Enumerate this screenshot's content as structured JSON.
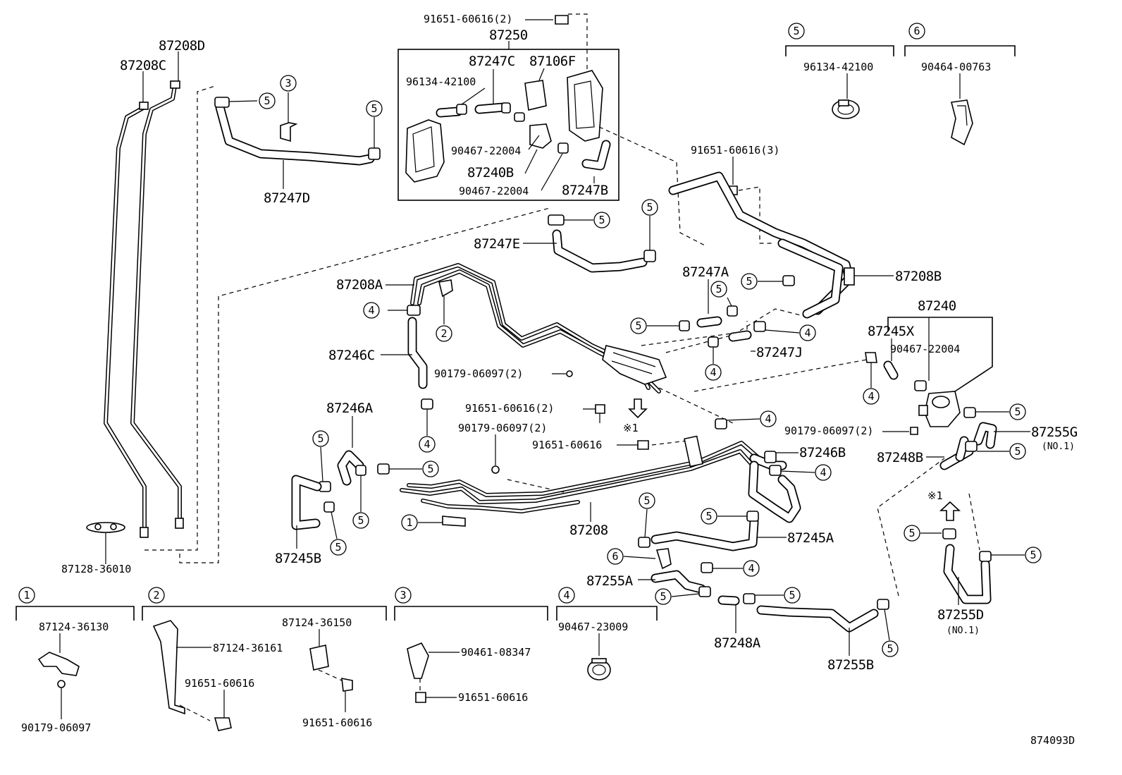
{
  "parts": {
    "p87208D": "87208D",
    "p87208C": "87208C",
    "p87128": "87128-36010",
    "p87247D": "87247D",
    "p87250": "87250",
    "p91651_2": "91651-60616(2)",
    "p87247C": "87247C",
    "p87106F": "87106F",
    "p96134": "96134-42100",
    "p90467a": "90467-22004",
    "p87240B": "87240B",
    "p90467b": "90467-22004",
    "p87247B": "87247B",
    "p91651_3": "91651-60616(3)",
    "p87247E": "87247E",
    "p87208A": "87208A",
    "p87208B": "87208B",
    "p87247A": "87247A",
    "p87247J": "87247J",
    "p87246C": "87246C",
    "p90179_2a": "90179-06097(2)",
    "p91651_2b": "91651-60616(2)",
    "p90179_2b": "90179-06097(2)",
    "p91651c": "91651-60616",
    "p87246A": "87246A",
    "p87245B": "87245B",
    "p87208": "87208",
    "p87240": "87240",
    "p87245X": "87245X",
    "p90467c": "90467-22004",
    "p90179_2c": "90179-06097(2)",
    "p87255G": "87255G",
    "no1a": "(NO.1)",
    "p87248B": "87248B",
    "p87246B": "87246B",
    "p87245A": "87245A",
    "p87255A": "87255A",
    "p87248A": "87248A",
    "p87255B": "87255B",
    "p87255D": "87255D",
    "no1b": "(NO.1)",
    "ref1a": "※1",
    "ref1b": "※1"
  },
  "legend": {
    "g1": {
      "num": "1",
      "a": "87124-36130",
      "b": "90179-06097"
    },
    "g2": {
      "num": "2",
      "a": "87124-36161",
      "b": "91651-60616"
    },
    "g3": {
      "num": "3",
      "a": "87124-36150",
      "b": "91651-60616",
      "c": "90461-08347",
      "d": "91651-60616"
    },
    "g4": {
      "num": "4",
      "a": "90467-23009"
    },
    "g5": {
      "num": "5",
      "a": "96134-42100"
    },
    "g6": {
      "num": "6",
      "a": "90464-00763"
    }
  },
  "callouts": {
    "one": "1",
    "two": "2",
    "three": "3",
    "four": "4",
    "five": "5",
    "six": "6"
  },
  "diagram_id": "874093D"
}
